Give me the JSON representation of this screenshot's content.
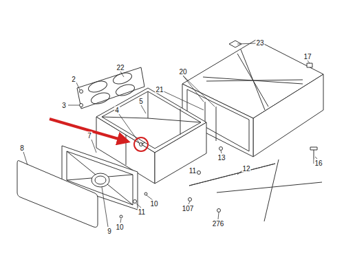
{
  "diagram": {
    "labels": [
      "23",
      "22",
      "17",
      "20",
      "2",
      "21",
      "5",
      "3",
      "4",
      "7",
      "13",
      "16",
      "8",
      "11",
      "12",
      "10",
      "11",
      "107",
      "276",
      "10",
      "9"
    ]
  }
}
